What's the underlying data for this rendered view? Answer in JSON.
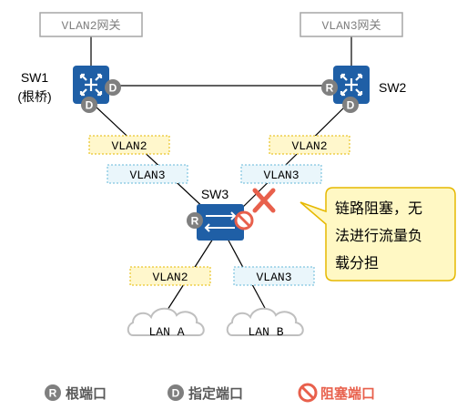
{
  "gateways": {
    "vlan2": "VLAN2网关",
    "vlan3": "VLAN3网关"
  },
  "switches": {
    "sw1": {
      "name": "SW1",
      "role": "(根桥)"
    },
    "sw2": {
      "name": "SW2"
    },
    "sw3": {
      "name": "SW3"
    }
  },
  "port_marks": {
    "root": "R",
    "designated": "D"
  },
  "link_labels": {
    "sw1_vlan2": "VLAN2",
    "sw1_vlan3": "VLAN3",
    "sw2_vlan2": "VLAN2",
    "sw2_vlan3": "VLAN3",
    "lana_vlan2": "VLAN2",
    "lanb_vlan3": "VLAN3"
  },
  "lans": {
    "a": "LAN A",
    "b": "LAN B"
  },
  "callout": {
    "line1": "链路阻塞，无",
    "line2": "法进行流量负",
    "line3": "载分担"
  },
  "legend": {
    "root_port": "根端口",
    "designated_port": "指定端口",
    "blocked_port": "阻塞端口"
  },
  "colors": {
    "switch_blue": "#1f5fa6",
    "port_gray": "#7f7f7f",
    "blocked_red": "#e8604c",
    "vlan2_fill": "#fff7cc",
    "vlan2_border": "#e6b800",
    "vlan3_fill": "#eaf6fb",
    "vlan3_border": "#66b8d8",
    "callout_fill": "#fff8c4",
    "callout_border": "#e6b800"
  }
}
